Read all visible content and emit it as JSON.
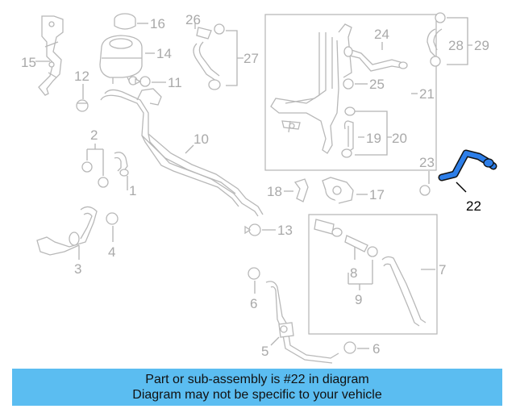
{
  "callouts": {
    "c1": "1",
    "c2": "2",
    "c3": "3",
    "c4": "4",
    "c5": "5",
    "c6a": "6",
    "c6b": "6",
    "c7": "7",
    "c8": "8",
    "c9": "9",
    "c10": "10",
    "c11": "11",
    "c12": "12",
    "c13": "13",
    "c14": "14",
    "c15": "15",
    "c16": "16",
    "c17": "17",
    "c18": "18",
    "c19": "19",
    "c20": "20",
    "c21": "21",
    "c22": "22",
    "c23": "23",
    "c24": "24",
    "c25": "25",
    "c26": "26",
    "c27": "27",
    "c28": "28",
    "c29": "29"
  },
  "highlight": {
    "part_number": "22",
    "color": "#2d7ee8"
  },
  "banner": {
    "line1": "Part or sub-assembly is #22 in diagram",
    "line2": "Diagram may not be specific to your vehicle",
    "background": "#5bbdf1"
  }
}
